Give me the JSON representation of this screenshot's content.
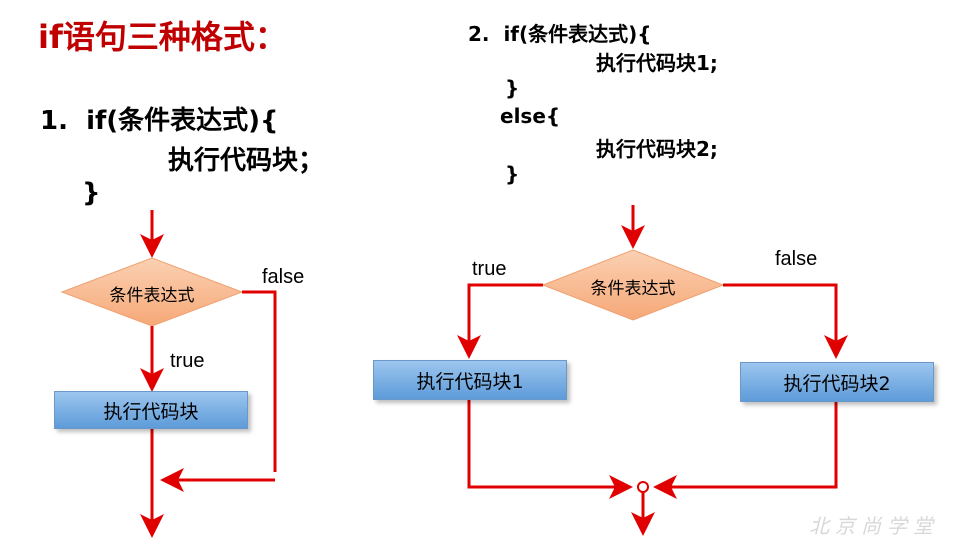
{
  "title": "if语句三种格式：",
  "format1": {
    "line1": "1.  if(条件表达式){",
    "line2": "执行代码块；",
    "line3": "}",
    "flow": {
      "condition": "条件表达式",
      "true_label": "true",
      "false_label": "false",
      "block": "执行代码块"
    }
  },
  "format2": {
    "line1": "2.  if(条件表达式){",
    "line2": "执行代码块1;",
    "line3": "}",
    "line4": "else{",
    "line5": "执行代码块2;",
    "line6": "}",
    "flow": {
      "condition": "条件表达式",
      "true_label": "true",
      "false_label": "false",
      "block1": "执行代码块1",
      "block2": "执行代码块2"
    }
  },
  "watermark": "北京尚学堂",
  "colors": {
    "title": "#c00000",
    "arrow": "#e00000",
    "diamond": "#f8b890",
    "box": "#74acdf"
  }
}
